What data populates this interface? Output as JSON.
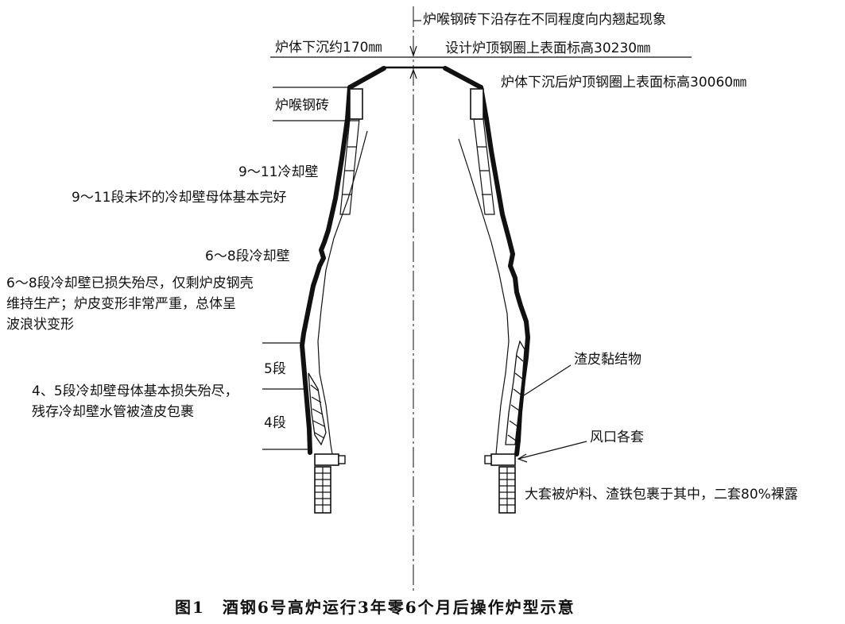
{
  "labels": {
    "throat_brick_edge": "炉喉钢砖下沿存在不同程度向内翘起现象",
    "sink": "炉体下沉约170㎜",
    "design_elev": "设计炉顶钢圈上表面标高30230㎜",
    "after_elev": "炉体下沉后炉顶钢圈上表面标高30060㎜",
    "throat_brick": "炉喉钢砖",
    "stave_9_11": "9～11冷却壁",
    "stave_9_11_note": "9～11段未坏的冷却壁母体基本完好",
    "stave_6_8": "6～8段冷却壁",
    "stave_6_8_note": [
      "6～8段冷却壁已损失殆尽，仅剩炉皮钢壳",
      "维持生产；炉皮变形非常严重，总体呈",
      "波浪状变形"
    ],
    "seg5": "5段",
    "seg4": "4段",
    "stave_4_5_note": [
      "4、5段冷却壁母体基本损失殆尽，",
      "残存冷却壁水管被渣皮包裹"
    ],
    "slag": "渣皮黏结物",
    "tuyere": "风口各套",
    "tuyere_note": "大套被炉料、渣铁包裹于其中，二套80%裸露"
  },
  "caption": "图1　酒钢6号高炉运行3年零6个月后操作炉型示意"
}
